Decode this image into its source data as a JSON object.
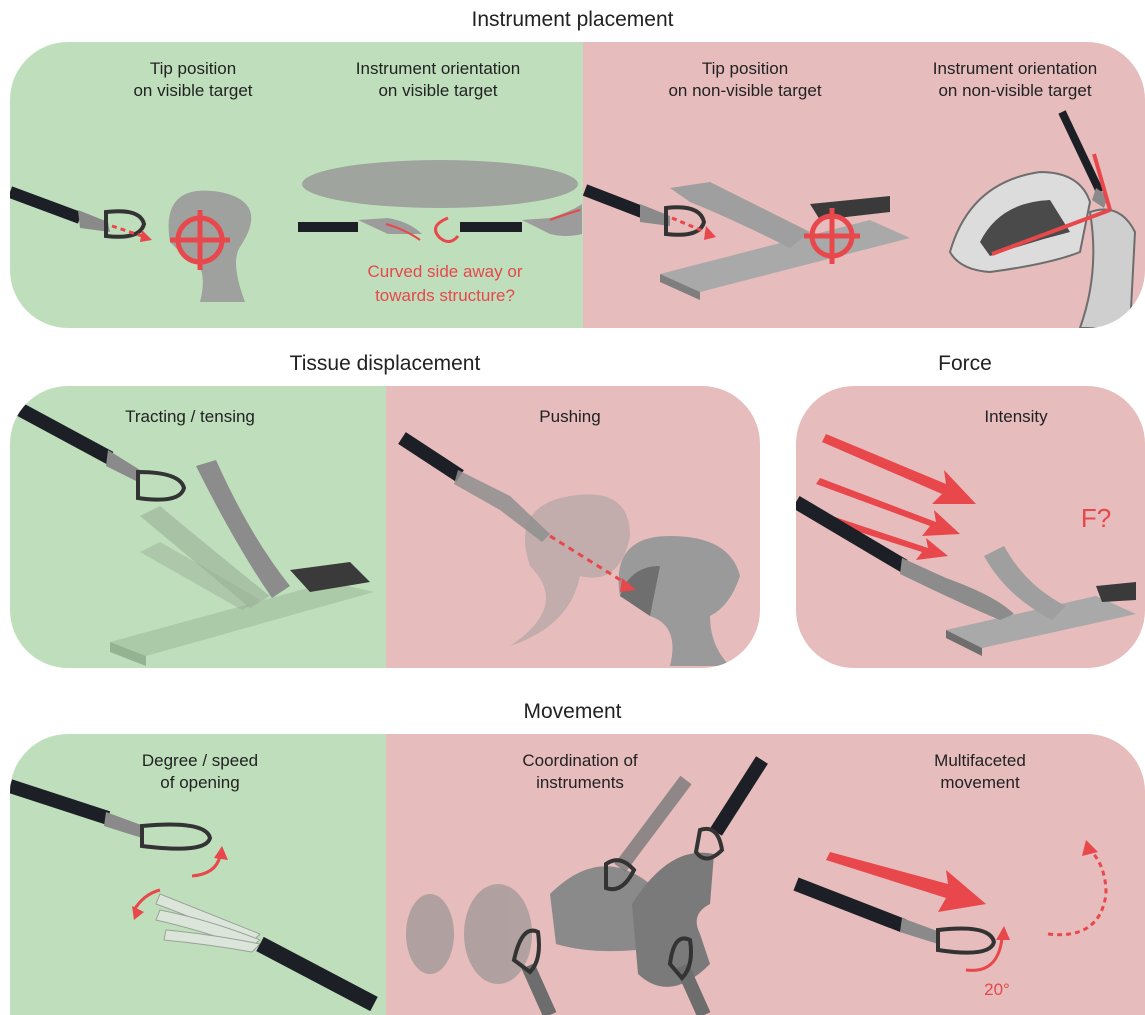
{
  "sections": {
    "placement": {
      "title": "Instrument placement",
      "items": [
        {
          "line1": "Tip position",
          "line2": "on visible target"
        },
        {
          "line1": "Instrument orientation",
          "line2": "on visible target"
        },
        {
          "line1": "Tip position",
          "line2": "on non-visible target"
        },
        {
          "line1": "Instrument orientation",
          "line2": "on non-visible target"
        }
      ],
      "question_line1": "Curved side away or",
      "question_line2": "towards structure?"
    },
    "displacement": {
      "title": "Tissue displacement",
      "items": [
        {
          "label": "Tracting / tensing"
        },
        {
          "label": "Pushing"
        }
      ]
    },
    "force": {
      "title": "Force",
      "items": [
        {
          "label": "Intensity"
        }
      ],
      "force_symbol": "F?"
    },
    "movement": {
      "title": "Movement",
      "items": [
        {
          "line1": "Degree / speed",
          "line2": "of opening"
        },
        {
          "line1": "Coordination of",
          "line2": "instruments"
        },
        {
          "line1": "Multifaceted",
          "line2": "movement"
        }
      ],
      "angle": "20°"
    }
  },
  "colors": {
    "feasible_bg": "#bfdfbc",
    "not_feasible_bg": "#e6bcbc",
    "accent_red": "#e8474b",
    "shaft": "#1d1f26",
    "tissue": "#9a9a9a"
  },
  "icons": [
    "grasper-instrument",
    "target-crosshair",
    "tissue-loop",
    "anatomy-section",
    "force-arrow",
    "rotation-arrow"
  ]
}
